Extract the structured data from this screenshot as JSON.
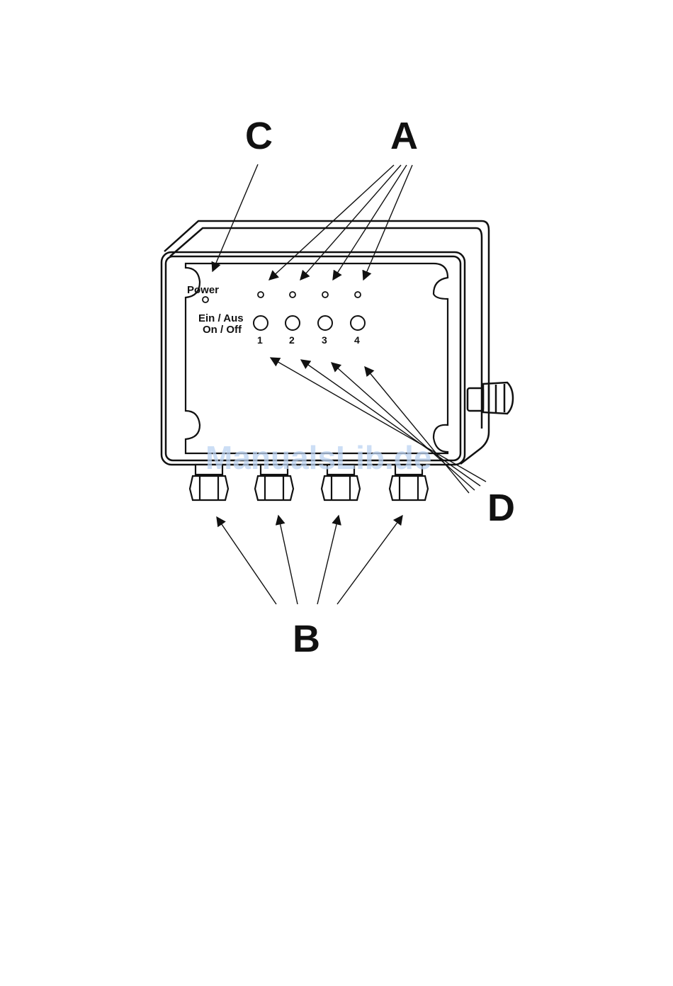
{
  "callouts": {
    "a": "A",
    "b": "B",
    "c": "C",
    "d": "D"
  },
  "panel": {
    "power_label": "Power",
    "switch_label_de": "Ein / Aus",
    "switch_label_en": "On / Off",
    "channels": [
      "1",
      "2",
      "3",
      "4"
    ]
  },
  "watermark": "ManualsLib.de"
}
